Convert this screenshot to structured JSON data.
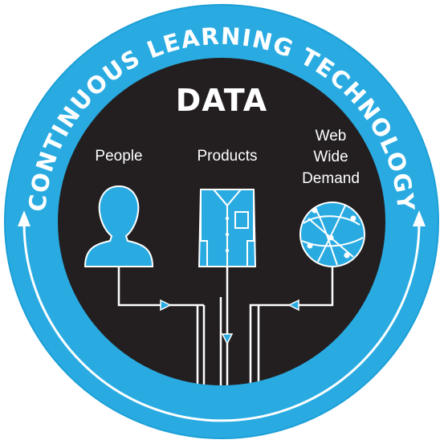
{
  "ring_text": "CONTINUOUS LEARNING TECHNOLOGY",
  "title": "DATA",
  "sources": [
    {
      "label_lines": [
        "People"
      ],
      "icon": "person-icon"
    },
    {
      "label_lines": [
        "Products"
      ],
      "icon": "shirt-icon"
    },
    {
      "label_lines": [
        "Web",
        "Wide",
        "Demand"
      ],
      "icon": "globe-icon"
    }
  ],
  "colors": {
    "ring_blue": "#29abe2",
    "core_black": "#231f20",
    "line_white": "#ffffff"
  }
}
